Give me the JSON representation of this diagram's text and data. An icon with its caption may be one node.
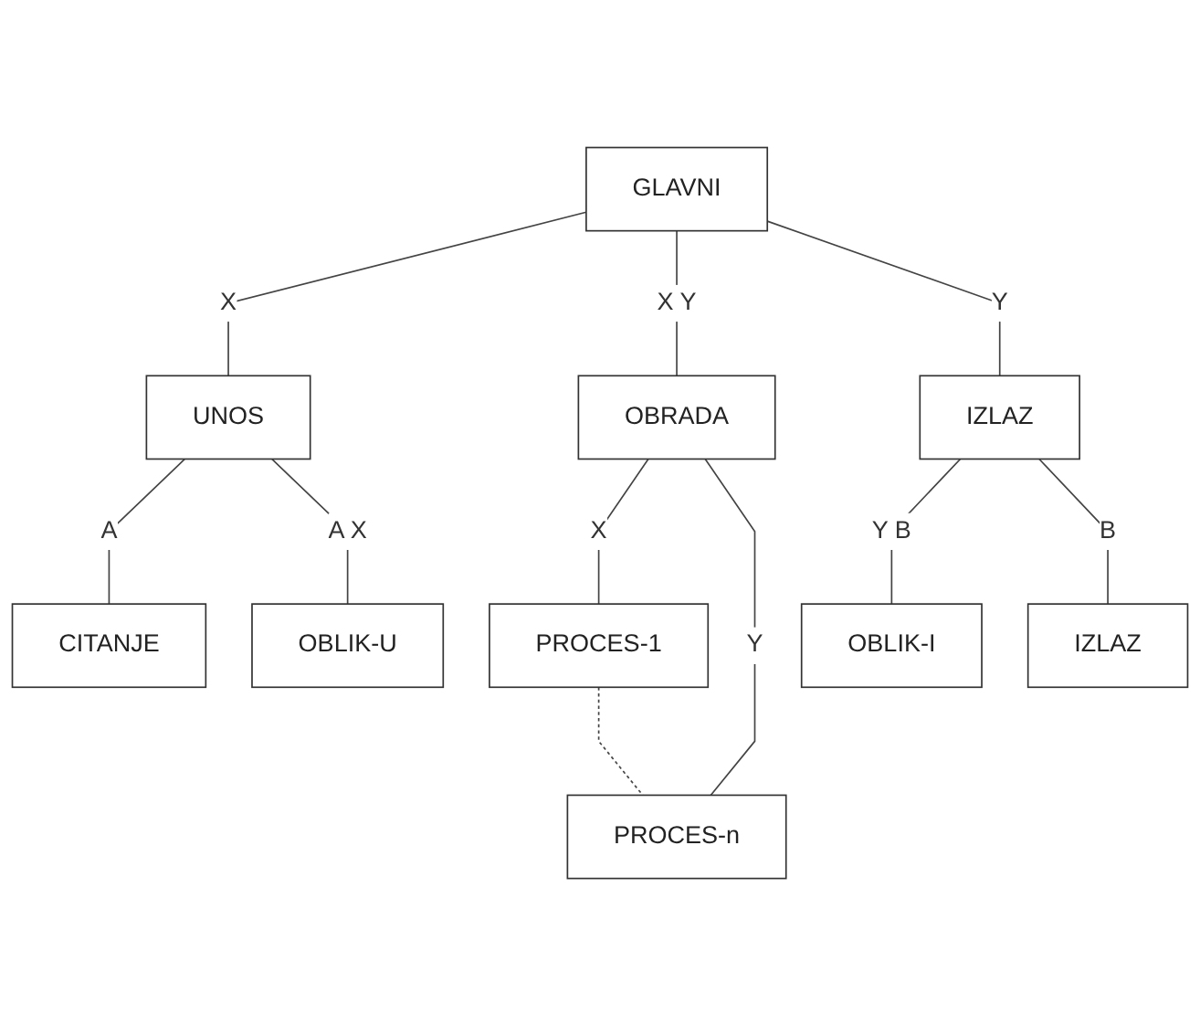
{
  "diagram": {
    "nodes": [
      {
        "text": [
          "GLAVNI"
        ]
      },
      {
        "text": [
          "UNOS"
        ]
      },
      {
        "text": [
          "OBRADA"
        ]
      },
      {
        "text": [
          "IZLAZ"
        ]
      },
      {
        "text": [
          "CITANJE"
        ]
      },
      {
        "text": [
          "OBLIK-U"
        ]
      },
      {
        "text": [
          "PROCES-1"
        ]
      },
      {
        "text": [
          "PROCES-n"
        ]
      },
      {
        "text": [
          "OBLIK-I"
        ]
      },
      {
        "text": [
          "IZLAZ"
        ]
      }
    ],
    "edges": [
      {
        "from": 0,
        "to": 1,
        "arrow": "none",
        "label": "X"
      },
      {
        "from": 0,
        "to": 2,
        "arrow": "none",
        "label": "X Y"
      },
      {
        "from": 0,
        "to": 3,
        "arrow": "none",
        "label": "Y"
      },
      {
        "from": 1,
        "to": 4,
        "arrow": "none",
        "label": "A"
      },
      {
        "from": 1,
        "to": 5,
        "arrow": "none",
        "label": "A X"
      },
      {
        "from": 2,
        "to": 6,
        "arrow": "none",
        "label": "X"
      },
      {
        "from": 2,
        "to": 7,
        "arrow": "none",
        "label": "Y"
      },
      {
        "from": 6,
        "to": 7,
        "arrow": "none",
        "style": "dashed"
      },
      {
        "from": 3,
        "to": 8,
        "arrow": "none",
        "label": "Y B"
      },
      {
        "from": 3,
        "to": 9,
        "arrow": "none",
        "label": "B"
      }
    ]
  }
}
